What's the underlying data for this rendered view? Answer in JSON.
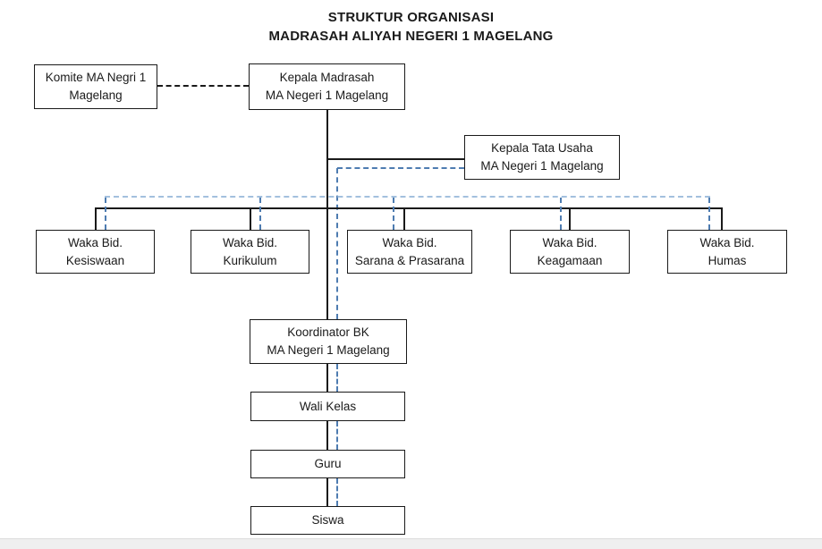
{
  "title": {
    "line1": "STRUKTUR ORGANISASI",
    "line2": "MADRASAH ALIYAH NEGERI 1 MAGELANG"
  },
  "nodes": {
    "komite": {
      "line1": "Komite MA Negri 1",
      "line2": "Magelang"
    },
    "kepala_madrasah": {
      "line1": "Kepala Madrasah",
      "line2": "MA Negeri 1 Magelang"
    },
    "kepala_tata_usaha": {
      "line1": "Kepala Tata Usaha",
      "line2": "MA Negeri 1 Magelang"
    },
    "waka_kesiswaan": {
      "line1": "Waka Bid.",
      "line2": "Kesiswaan"
    },
    "waka_kurikulum": {
      "line1": "Waka Bid.",
      "line2": "Kurikulum"
    },
    "waka_sarana": {
      "line1": "Waka Bid.",
      "line2": "Sarana & Prasarana"
    },
    "waka_keagamaan": {
      "line1": "Waka Bid.",
      "line2": "Keagamaan"
    },
    "waka_humas": {
      "line1": "Waka Bid.",
      "line2": "Humas"
    },
    "koordinator_bk": {
      "line1": "Koordinator BK",
      "line2": "MA Negeri 1 Magelang"
    },
    "wali_kelas": {
      "line1": "Wali Kelas"
    },
    "guru": {
      "line1": "Guru"
    },
    "siswa": {
      "line1": "Siswa"
    }
  },
  "colors": {
    "line_solid": "#1a1a1a",
    "line_dashed_black": "#1a1a1a",
    "line_dashed_blue": "#4e7cb1",
    "bus_dashed_blue": "#a3c0de",
    "footer_strip": "#efefef"
  }
}
